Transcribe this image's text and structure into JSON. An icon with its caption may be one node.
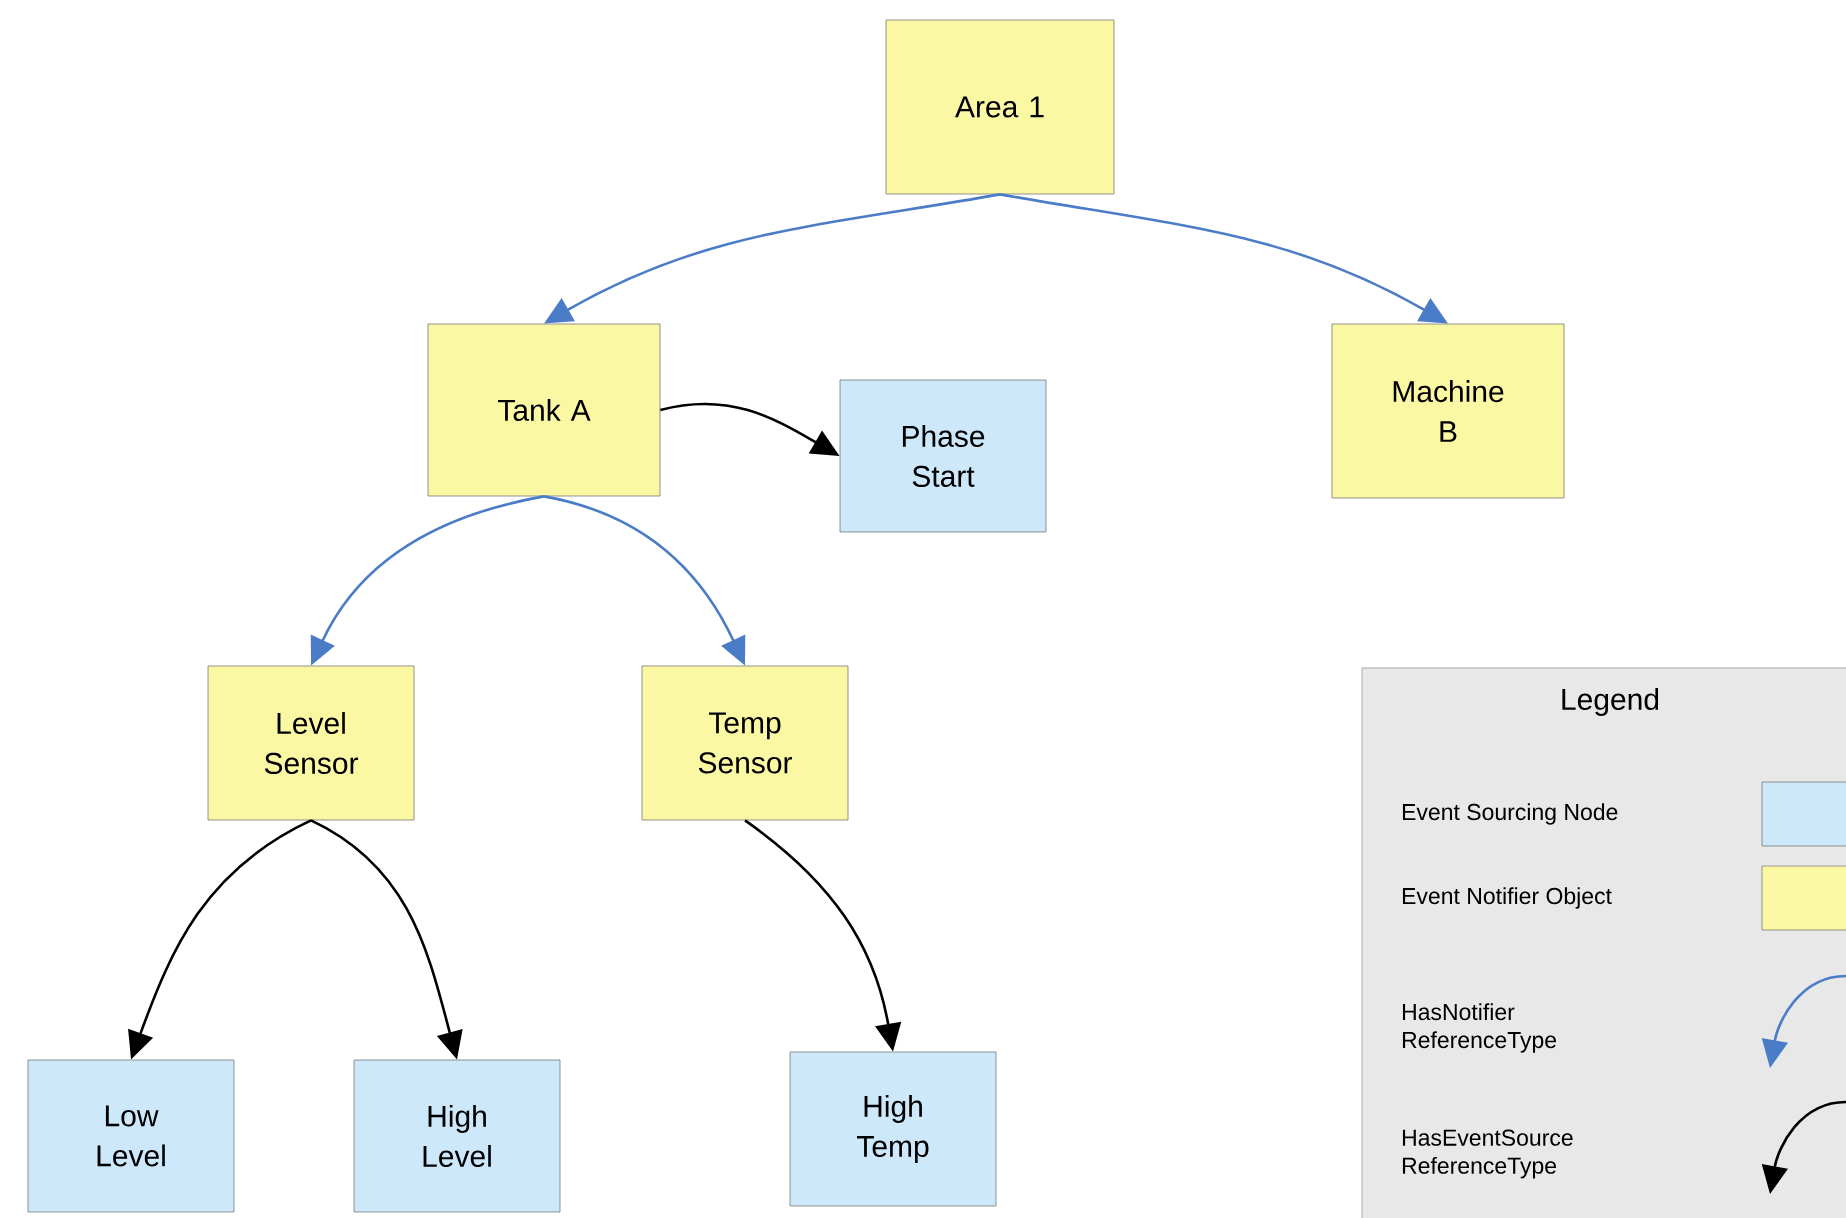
{
  "diagram": {
    "nodes": [
      {
        "text": [
          "Area 1"
        ]
      },
      {
        "text": [
          "Tank A"
        ]
      },
      {
        "text": [
          "Phase Start"
        ]
      },
      {
        "text": [
          "Machine B"
        ]
      },
      {
        "text": [
          "Level Sensor"
        ]
      },
      {
        "text": [
          "Temp Sensor"
        ]
      },
      {
        "text": [
          "Low Level"
        ]
      },
      {
        "text": [
          "High Level"
        ]
      },
      {
        "text": [
          "High Temp"
        ]
      }
    ],
    "edges": [
      {
        "from": 0,
        "to": 1,
        "arrow": "to",
        "color": "#4a7cc7"
      },
      {
        "from": 0,
        "to": 3,
        "arrow": "to",
        "color": "#4a7cc7"
      },
      {
        "from": 1,
        "to": 2,
        "arrow": "to",
        "color": "#000000"
      },
      {
        "from": 1,
        "to": 4,
        "arrow": "to",
        "color": "#4a7cc7"
      },
      {
        "from": 1,
        "to": 5,
        "arrow": "to",
        "color": "#4a7cc7"
      },
      {
        "from": 4,
        "to": 6,
        "arrow": "to",
        "color": "#000000"
      },
      {
        "from": 4,
        "to": 7,
        "arrow": "to",
        "color": "#000000"
      },
      {
        "from": 5,
        "to": 8,
        "arrow": "to",
        "color": "#000000"
      }
    ],
    "labels": [
      "Legend"
    ],
    "legend": [
      {
        "text": "Event Sourcing Node",
        "color": "#cce8fa"
      },
      {
        "text": "Event Notifier Object",
        "color": "#fbf8a4"
      },
      {
        "text": "HasNotifier ReferenceType"
      },
      {
        "text": "HasEventSource ReferenceType"
      }
    ]
  }
}
